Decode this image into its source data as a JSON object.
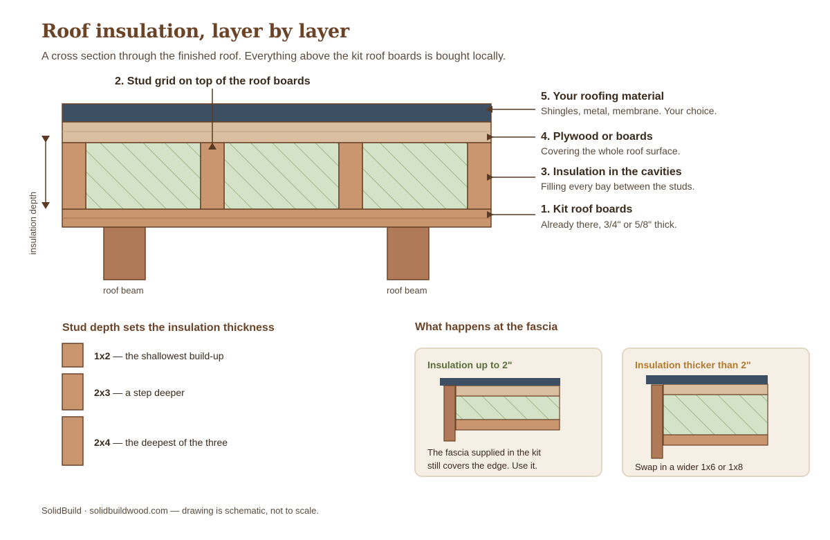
{
  "title": "Roof insulation, layer by layer",
  "subtitle": "A cross section through the finished roof. Everything above the kit roof boards is bought locally.",
  "callout_top": "2. Stud grid on top of the roof boards",
  "insulation_depth_label": "insulation depth",
  "roof_beam_label": "roof beam",
  "layers": [
    {
      "title": "5. Your roofing material",
      "desc": "Shingles, metal, membrane. Your choice."
    },
    {
      "title": "4. Plywood or boards",
      "desc": "Covering the whole roof surface."
    },
    {
      "title": "3. Insulation in the cavities",
      "desc": "Filling every bay between the studs."
    },
    {
      "title": "1. Kit roof boards",
      "desc": "Already there, 3/4\" or 5/8\" thick."
    }
  ],
  "stud_section": {
    "heading": "Stud depth sets the insulation thickness",
    "dash": "—",
    "items": [
      {
        "size": "1x2",
        "desc": "the shallowest build-up"
      },
      {
        "size": "2x3",
        "desc": "a step deeper"
      },
      {
        "size": "2x4",
        "desc": "the deepest of the three"
      }
    ]
  },
  "fascia": {
    "heading": "What happens at the fascia",
    "cards": [
      {
        "title": "Insulation up to 2\"",
        "lines": [
          "The fascia supplied in the kit",
          "still covers the edge. Use it."
        ]
      },
      {
        "title": "Insulation thicker than 2\"",
        "lines": [
          "Swap in a wider 1x6 or 1x8"
        ]
      }
    ]
  },
  "footer": "SolidBuild · solidbuildwood.com — drawing is schematic, not to scale.",
  "colors": {
    "roofing": "#3d4f63",
    "plywood": "#d9bfa0",
    "stud": "#c99670",
    "insulation": "#d4e3c8",
    "hatch": "#9fb889",
    "beam": "#b07a58",
    "outline": "#6b4428",
    "card_bg": "#f5efe6",
    "card_border": "#e3d6c3",
    "accent_green": "#5a6e3c",
    "accent_orange": "#b07a30"
  }
}
